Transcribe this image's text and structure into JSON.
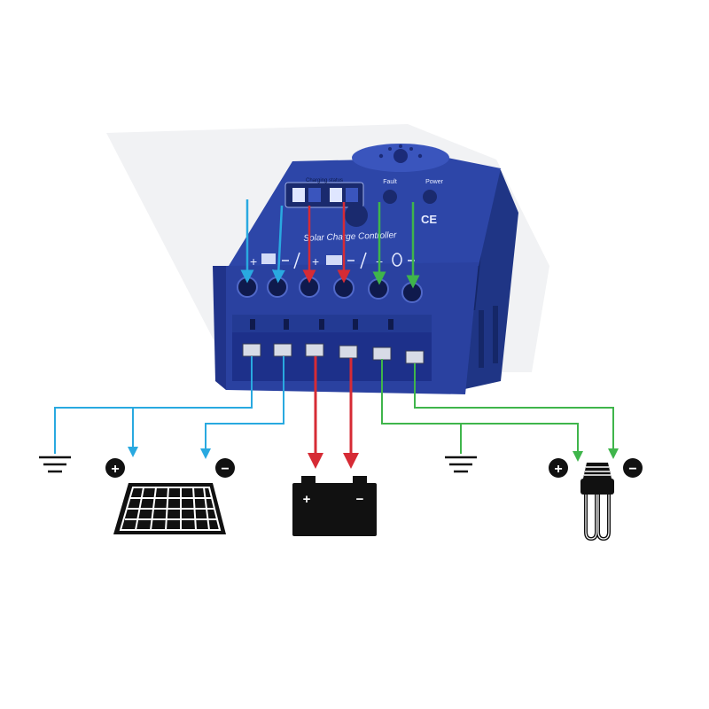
{
  "device": {
    "title": "Solar Charge Controller",
    "charging_status_label": "Charging status",
    "fault_label": "Fault",
    "power_label": "Power",
    "ce_mark": "CE",
    "body_color": "#2d46a8",
    "body_dark": "#1c2f80",
    "body_light": "#4b63c4"
  },
  "terminals": [
    {
      "group": "solar",
      "polarity": "+"
    },
    {
      "group": "solar",
      "polarity": "−"
    },
    {
      "group": "battery",
      "polarity": "+"
    },
    {
      "group": "battery",
      "polarity": "−"
    },
    {
      "group": "load",
      "polarity": "+"
    },
    {
      "group": "load",
      "polarity": "−"
    }
  ],
  "wire_colors": {
    "solar": "#29a9e0",
    "battery": "#d62b35",
    "load": "#3fb54b"
  },
  "components": {
    "ground": "ground-symbol",
    "solar_panel": "solar-panel-icon",
    "battery": "battery-icon",
    "bulb": "cfl-bulb-icon"
  },
  "symbols": {
    "plus": "+",
    "minus": "−"
  }
}
